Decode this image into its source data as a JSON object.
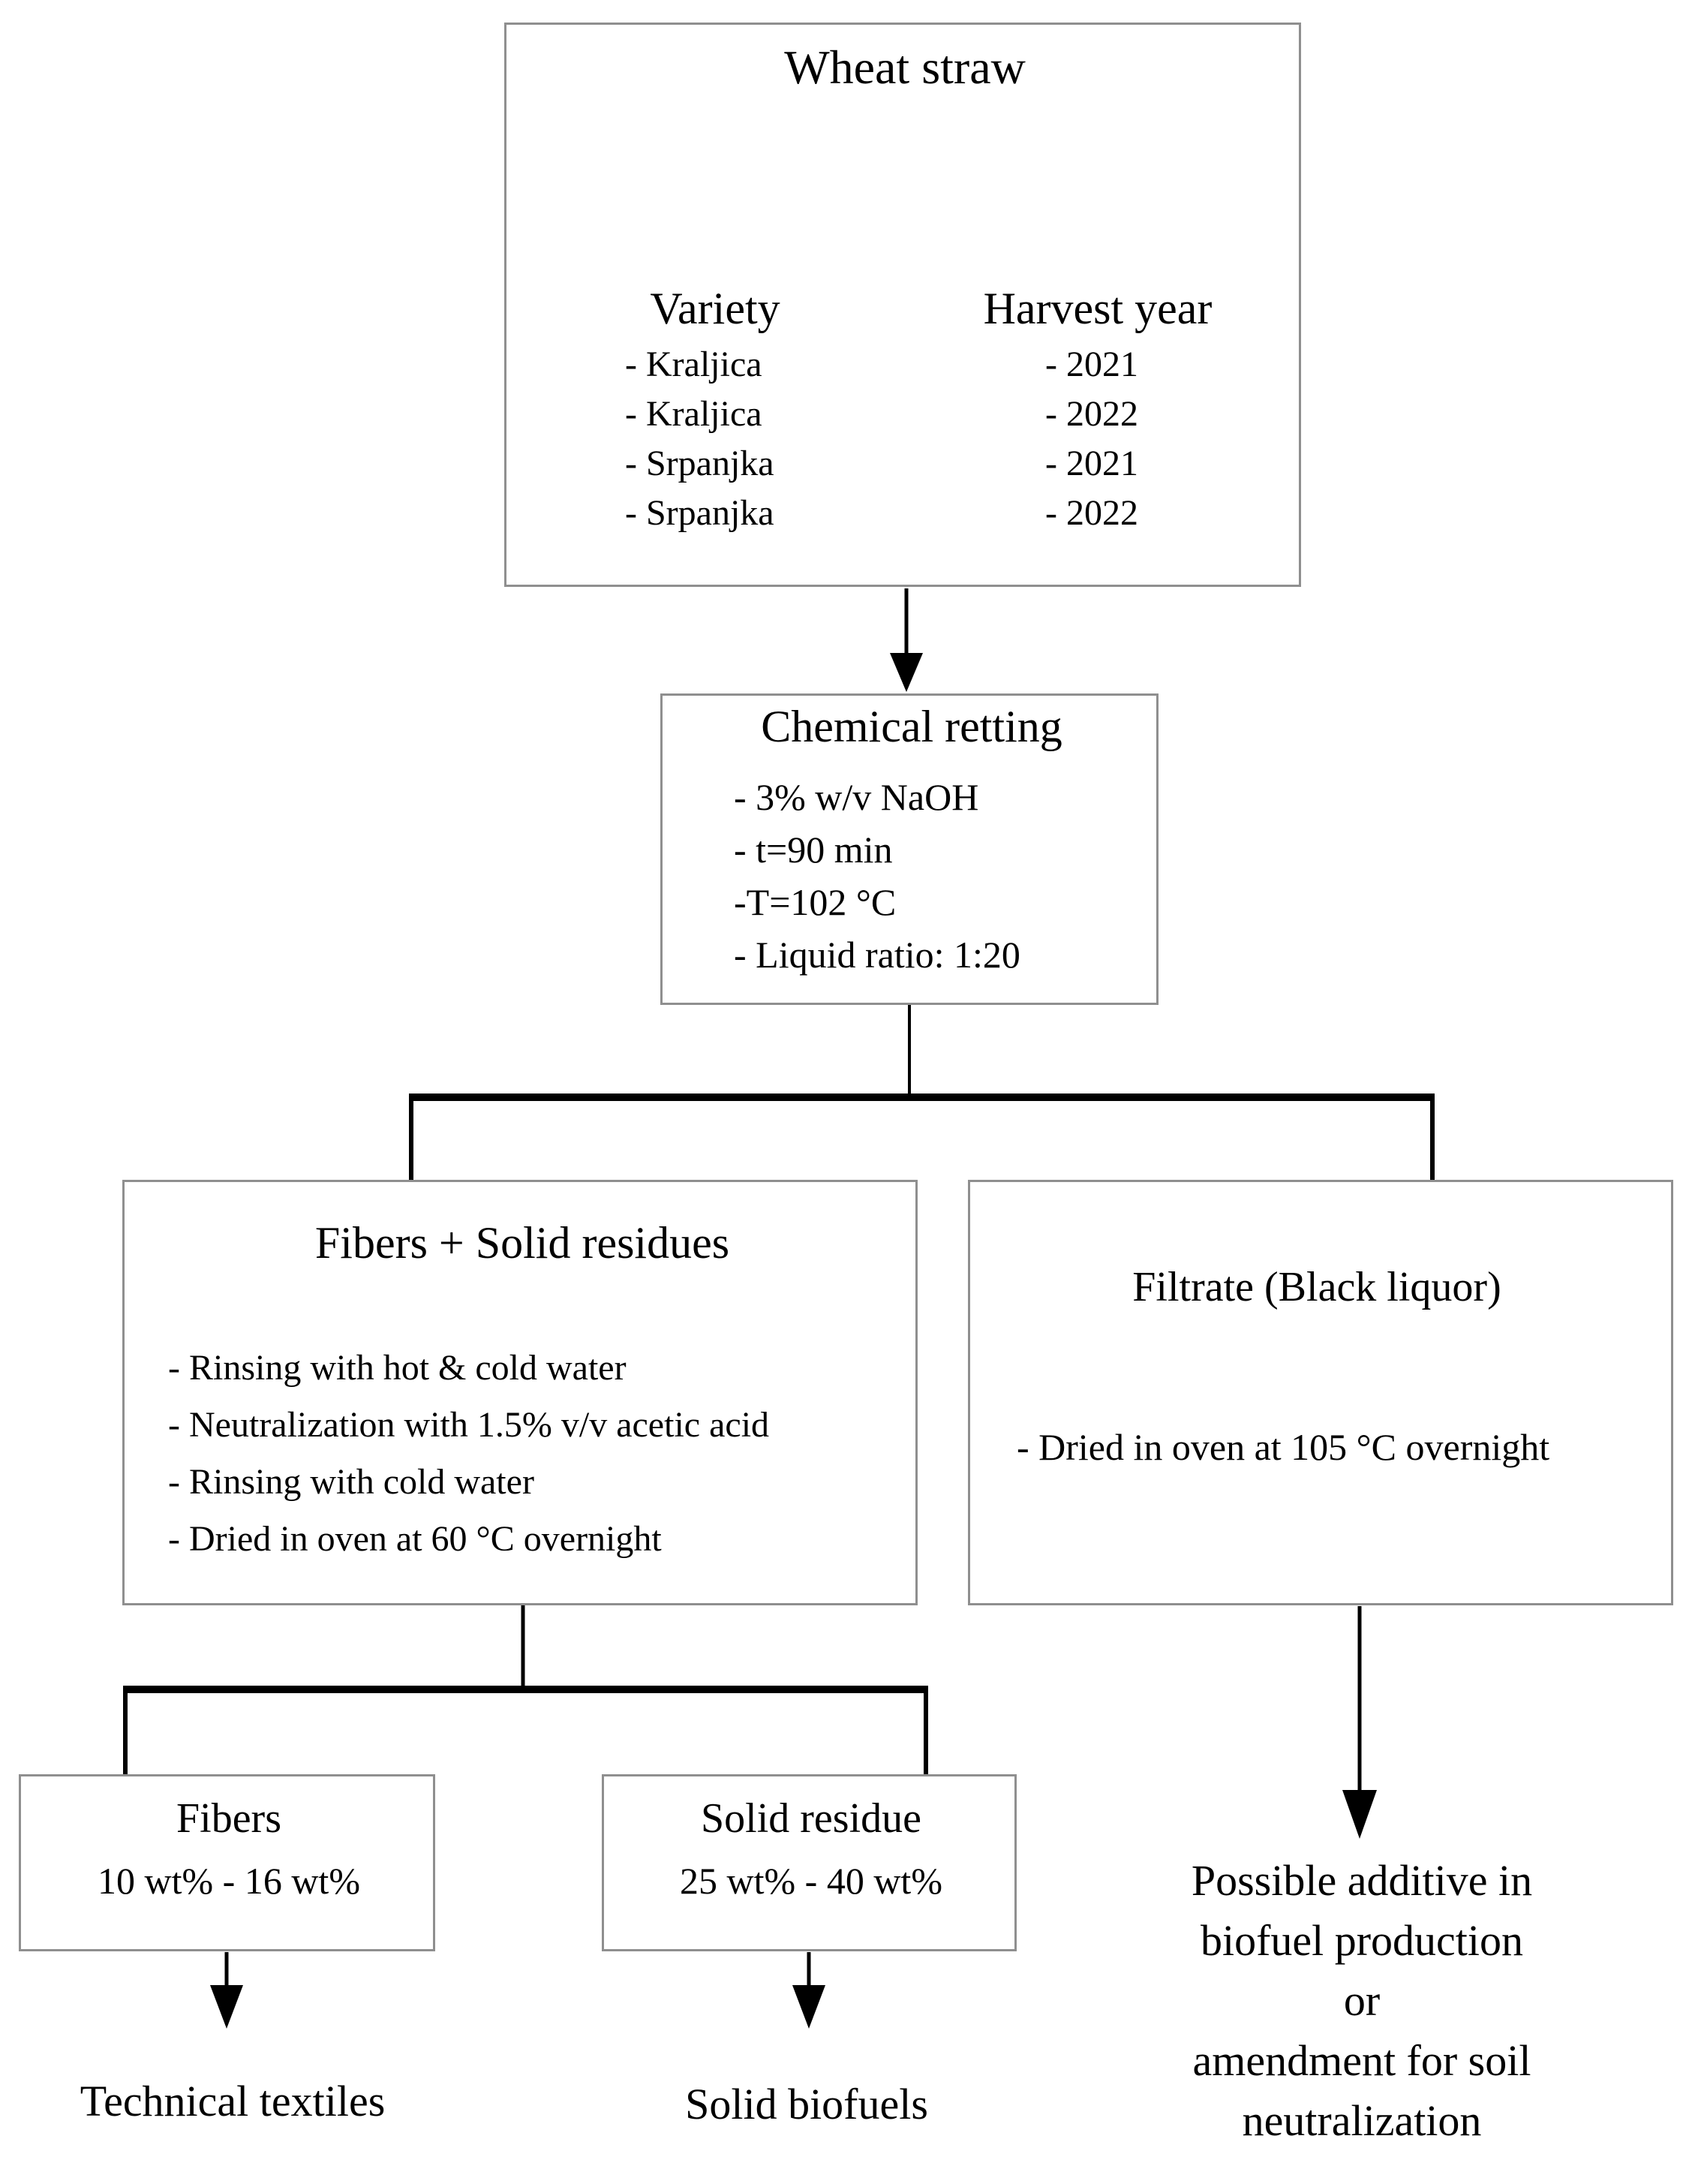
{
  "colors": {
    "background": "#ffffff",
    "text": "#000000",
    "line": "#000000",
    "box_border": "#8f8f8f"
  },
  "top_box": {
    "title": "Wheat straw",
    "columns": [
      {
        "header": "Variety",
        "items": [
          "- Kraljica",
          "- Kraljica",
          "- Srpanjka",
          "- Srpanjka"
        ]
      },
      {
        "header": "Harvest year",
        "items": [
          "- 2021",
          "- 2022",
          "- 2021",
          "- 2022"
        ]
      }
    ]
  },
  "chemical_retting_box": {
    "title": "Chemical retting",
    "items": [
      "- 3% w/v NaOH",
      "- t=90 min",
      "-T=102 °C",
      "- Liquid ratio: 1:20"
    ]
  },
  "fibers_solid_residues_box": {
    "title": "Fibers + Solid residues",
    "items": [
      "- Rinsing with hot & cold water",
      "- Neutralization with 1.5% v/v acetic acid",
      "- Rinsing with cold water",
      "- Dried in oven at 60 °C overnight"
    ]
  },
  "filtrate_box": {
    "title": "Filtrate (Black liquor)",
    "items": [
      "- Dried in oven at 105 °C overnight"
    ]
  },
  "fibers_box": {
    "title": "Fibers",
    "yield": "10 wt% - 16 wt%"
  },
  "solid_residue_box": {
    "title": "Solid residue",
    "yield": "25 wt% - 40 wt%"
  },
  "outcomes": {
    "fibers": "Technical textiles",
    "solid_residue": "Solid biofuels",
    "black_liquor_lines": [
      "Possible additive in",
      "biofuel production",
      "or",
      "amendment for soil",
      "neutralization"
    ]
  }
}
